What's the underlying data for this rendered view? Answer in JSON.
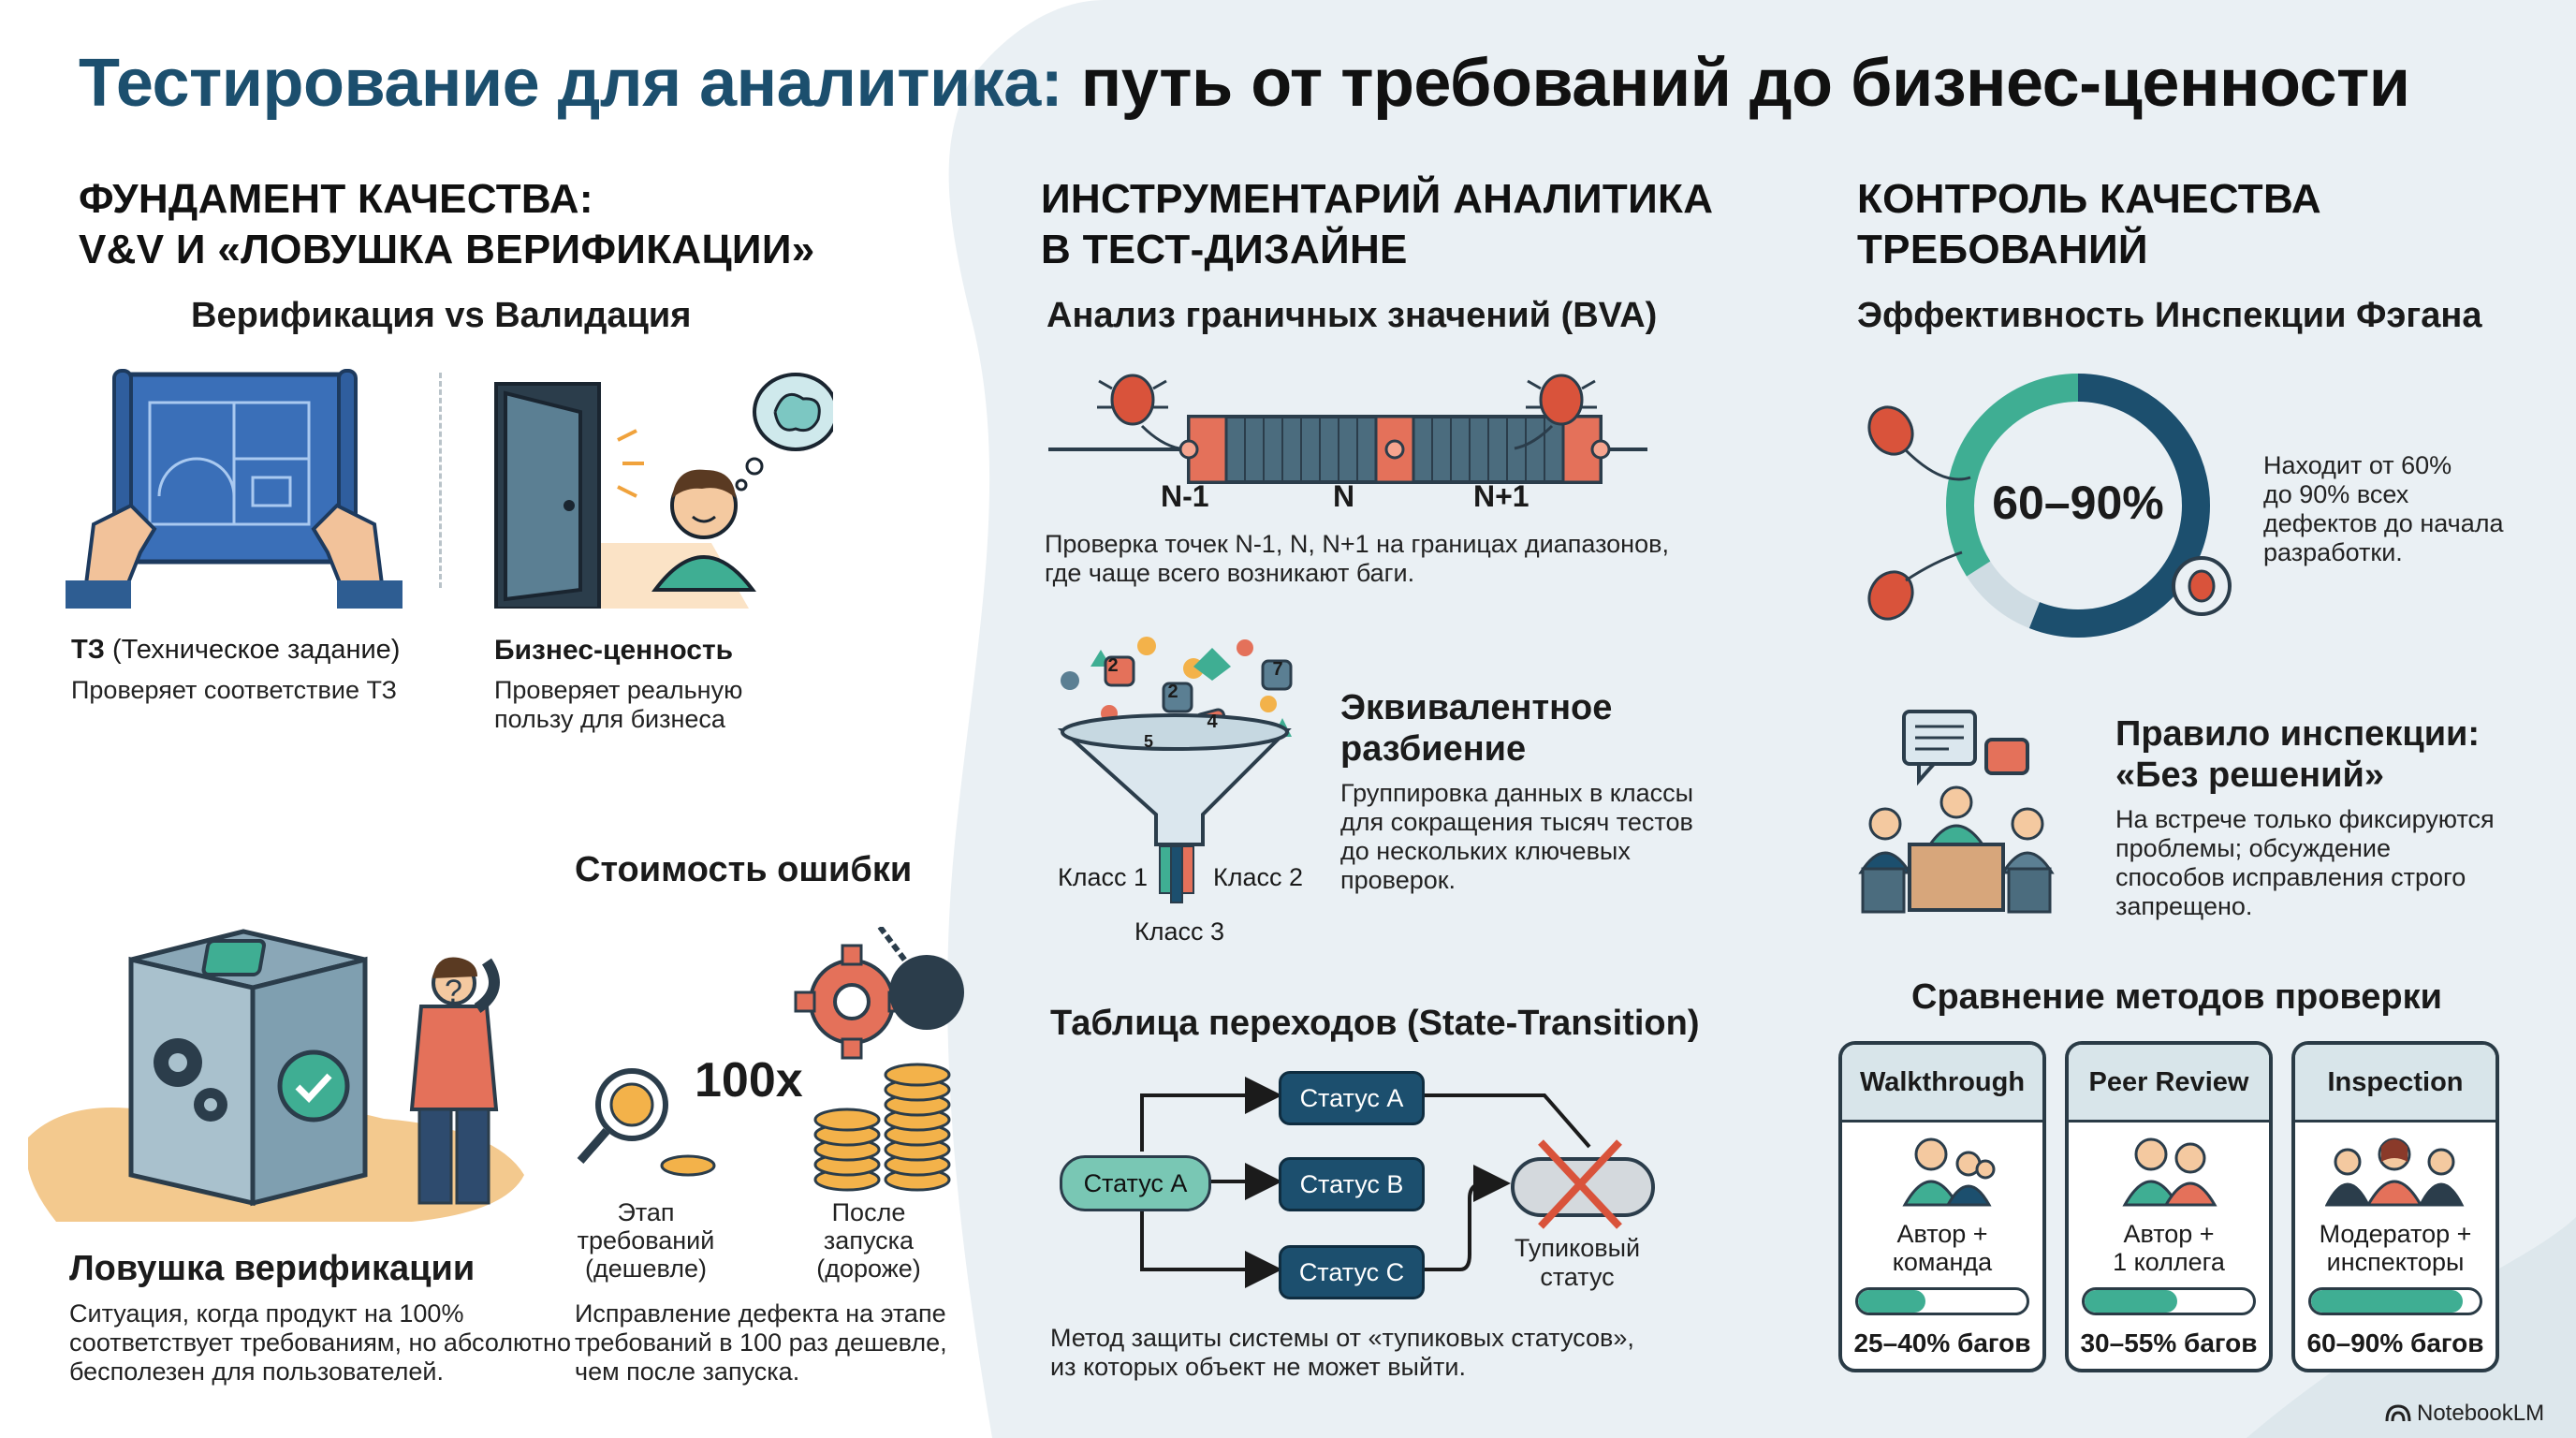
{
  "title": {
    "highlight": "Тестирование для аналитика:",
    "rest": "путь от требований до бизнес-ценности"
  },
  "col1": {
    "heading_line1": "ФУНДАМЕНТ КАЧЕСТВА:",
    "heading_line2": "V&V И «ЛОВУШКА ВЕРИФИКАЦИИ»",
    "vv_title": "Верификация vs Валидация",
    "tz_label": "ТЗ",
    "tz_label_rest": "(Техническое задание)",
    "tz_desc": "Проверяет соответствие ТЗ",
    "biz_label": "Бизнес-ценность",
    "biz_desc_line1": "Проверяет реальную",
    "biz_desc_line2": "пользу для бизнеса",
    "trap_title": "Ловушка верификации",
    "trap_line1": "Ситуация, когда продукт на 100%",
    "trap_line2": "соответствует требованиям, но абсолютно",
    "trap_line3": "бесполезен для пользователей.",
    "cost_title": "Стоимость ошибки",
    "cost_multiplier": "100x",
    "stage1_line1": "Этап",
    "stage1_line2": "требований",
    "stage1_line3": "(дешевле)",
    "stage2_line1": "После",
    "stage2_line2": "запуска",
    "stage2_line3": "(дороже)",
    "cost_line1": "Исправление дефекта на этапе",
    "cost_line2": "требований в 100 раз дешевле,",
    "cost_line3": "чем после запуска.",
    "question_mark": "?"
  },
  "col2": {
    "heading_line1": "ИНСТРУМЕНТАРИЙ АНАЛИТИКА",
    "heading_line2": "В ТЕСТ-ДИЗАЙНЕ",
    "bva_title": "Анализ граничных значений (BVA)",
    "bva_points": [
      "N-1",
      "N",
      "N+1"
    ],
    "bva_line1": "Проверка точек N-1, N, N+1 на границах диапазонов,",
    "bva_line2": "где чаще всего возникают баги.",
    "eq_title_line1": "Эквивалентное",
    "eq_title_line2": "разбиение",
    "eq_line1": "Группировка данных в классы",
    "eq_line2": "для сокращения тысяч тестов",
    "eq_line3": "до нескольких ключевых",
    "eq_line4": "проверок.",
    "funnel_numbers": [
      "2",
      "2",
      "7",
      "4",
      "5"
    ],
    "class1": "Класс 1",
    "class2": "Класс 2",
    "class3": "Класс 3",
    "st_title": "Таблица переходов (State-Transition)",
    "status_start": "Статус А",
    "status_a": "Статус A",
    "status_b": "Статус B",
    "status_c": "Статус C",
    "dead_line1": "Тупиковый",
    "dead_line2": "статус",
    "st_line1": "Метод защиты системы от «тупиковых статусов»,",
    "st_line2": "из которых объект не может выйти."
  },
  "col3": {
    "heading_line1": "КОНТРОЛЬ КАЧЕСТВА",
    "heading_line2": "ТРЕБОВАНИЙ",
    "fagan_title": "Эффективность Инспекции Фэгана",
    "fagan_value": "60–90%",
    "fagan_line1": "Находит от 60%",
    "fagan_line2": "до 90% всех",
    "fagan_line3": "дефектов до начала",
    "fagan_line4": "разработки.",
    "rule_title_line1": "Правило инспекции:",
    "rule_title_line2": "«Без решений»",
    "rule_line1": "На встрече только фиксируются",
    "rule_line2": "проблемы; обсуждение",
    "rule_line3": "способов исправления строго",
    "rule_line4": "запрещено.",
    "compare_title": "Сравнение методов проверки",
    "methods": [
      {
        "name": "Walkthrough",
        "who_line1": "Автор +",
        "who_line2": "команда",
        "result": "25–40% багов",
        "level_pct": 40
      },
      {
        "name": "Peer Review",
        "who_line1": "Автор +",
        "who_line2": "1 коллега",
        "result": "30–55% багов",
        "level_pct": 55
      },
      {
        "name": "Inspection",
        "who_line1": "Модератор +",
        "who_line2": "инспекторы",
        "result": "60–90% багов",
        "level_pct": 90
      }
    ]
  },
  "brand": "NotebookLM",
  "colors": {
    "navy": "#1c4f6e",
    "teal": "#3fae93",
    "salmon": "#e4715a",
    "light_blue": "#e6eef2"
  }
}
